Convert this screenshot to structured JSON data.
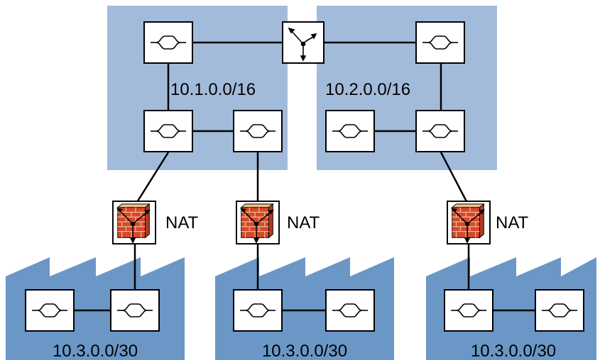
{
  "colors": {
    "net_a_fill": "#a3bbdb",
    "net_b_fill": "#a3bbdb",
    "factory_fill": "#6b97c6",
    "brick": "#d4492f",
    "brick_light": "#f3c08a"
  },
  "networks": {
    "net_a": {
      "label": "10.1.0.0/16"
    },
    "net_b": {
      "label": "10.2.0.0/16"
    }
  },
  "factories": [
    {
      "label": "10.3.0.0/30"
    },
    {
      "label": "10.3.0.0/30"
    },
    {
      "label": "10.3.0.0/30"
    }
  ],
  "firewalls": [
    {
      "label": "NAT",
      "icon": "firewall-icon"
    },
    {
      "label": "NAT",
      "icon": "firewall-icon"
    },
    {
      "label": "NAT",
      "icon": "firewall-icon"
    }
  ],
  "devices": {
    "switch_icon": "switch-icon",
    "router_icon": "router-icon"
  }
}
